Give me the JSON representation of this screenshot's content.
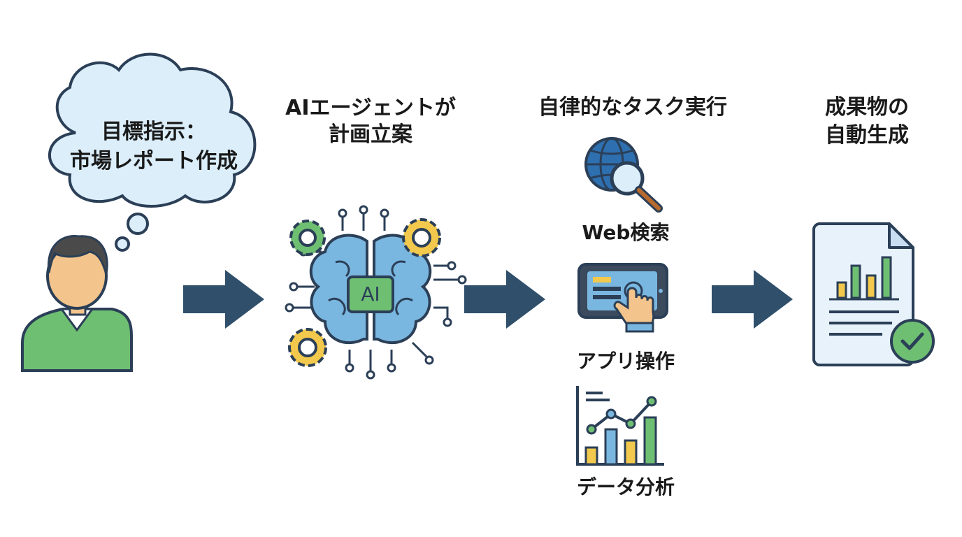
{
  "cloud": {
    "line1": "目標指示：",
    "line2": "市場レポート作成"
  },
  "steps": {
    "plan": {
      "line1": "AIエージェントが",
      "line2": "計画立案",
      "chip": "AI"
    },
    "execute": {
      "title": "自律的なタスク実行",
      "tasks": [
        {
          "label": "Web検索"
        },
        {
          "label": "アプリ操作"
        },
        {
          "label": "データ分析"
        }
      ]
    },
    "output": {
      "line1": "成果物の",
      "line2": "自動生成"
    }
  },
  "colors": {
    "arrow": "#2f4f6b",
    "outline": "#2b3f57",
    "green": "#6fbf73",
    "blue": "#7ab7e0",
    "yellow": "#f2c94c",
    "skin": "#f3c48b",
    "cloud_fill": "#dbeefa"
  }
}
